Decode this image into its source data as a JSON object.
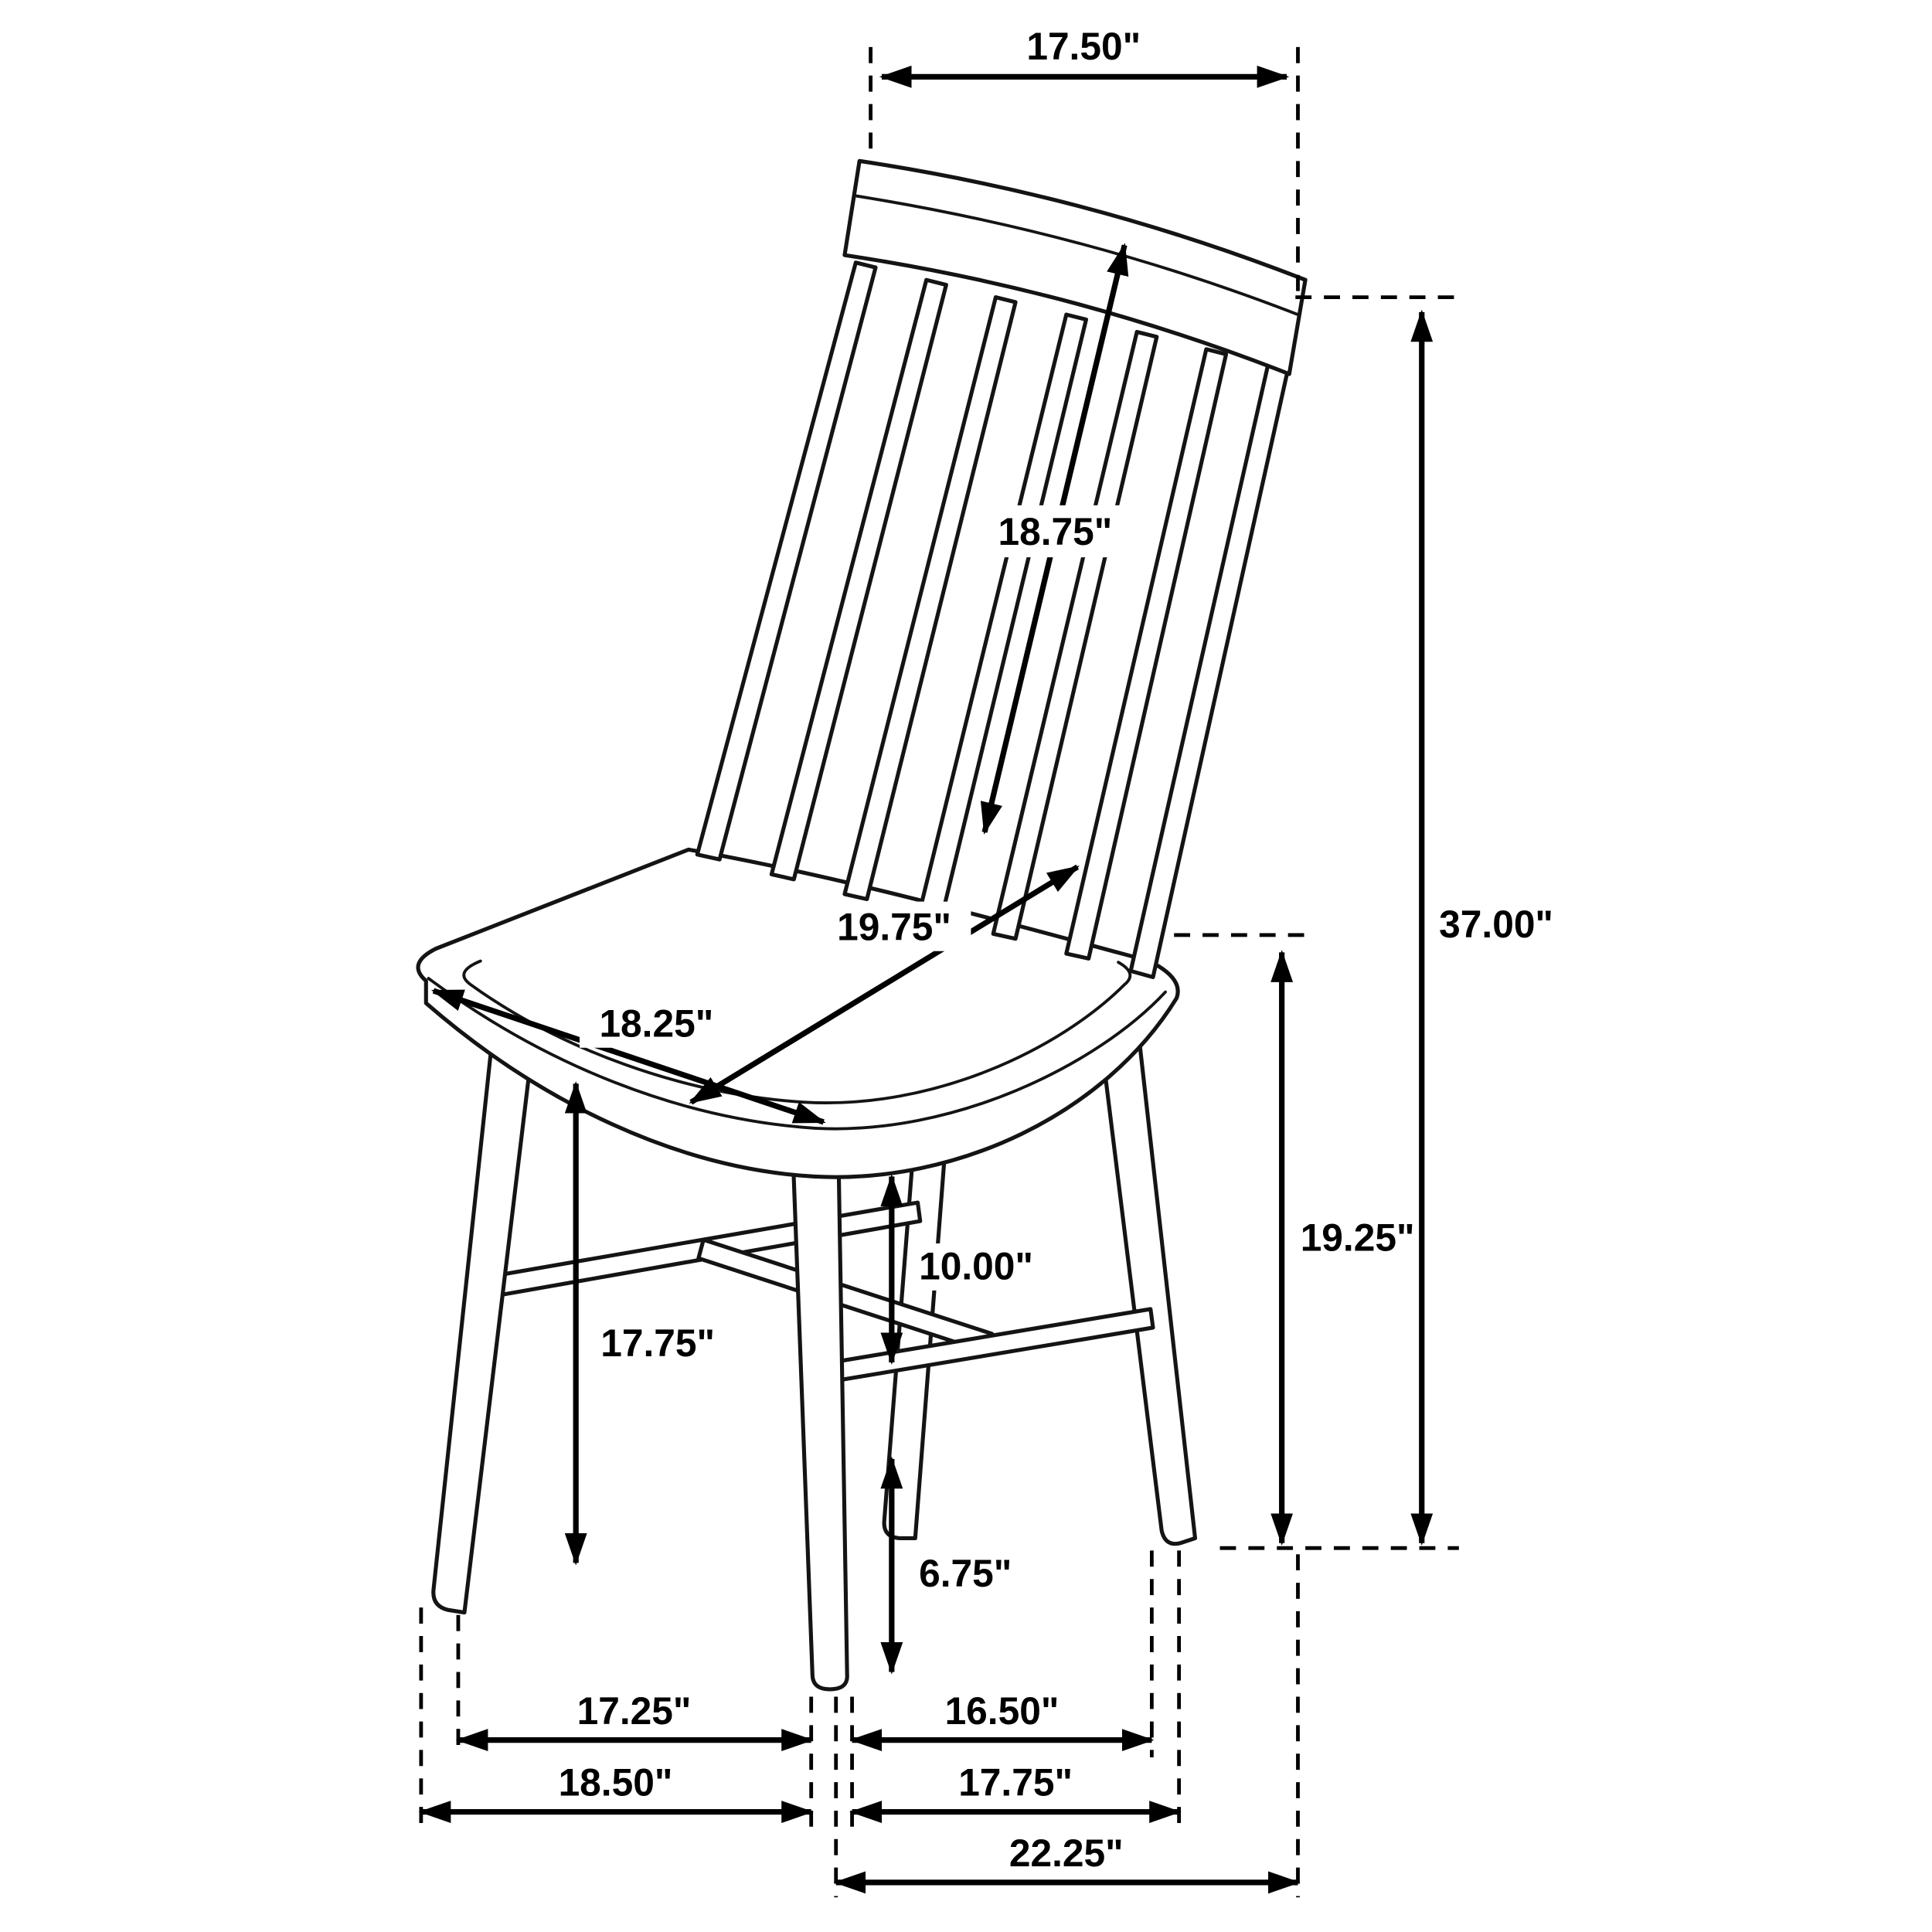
{
  "diagram": {
    "name": "chair-dimension-diagram",
    "unit": "inches",
    "colors": {
      "ink": "#000000",
      "paper": "#ffffff"
    },
    "dimensions": {
      "top_width": "17.50\"",
      "backrest_length": "18.75\"",
      "overall_height": "37.00\"",
      "seat_depth": "19.75\"",
      "seat_width": "18.25\"",
      "seat_height": "19.25\"",
      "seat_to_stretcher": "10.00\"",
      "leg_height": "17.75\"",
      "stretcher_to_floor": "6.75\"",
      "front_leg_span_inner": "17.25\"",
      "side_leg_span_inner": "16.50\"",
      "front_leg_span_outer": "18.50\"",
      "side_leg_span_outer": "17.75\"",
      "overall_depth": "22.25\""
    }
  }
}
